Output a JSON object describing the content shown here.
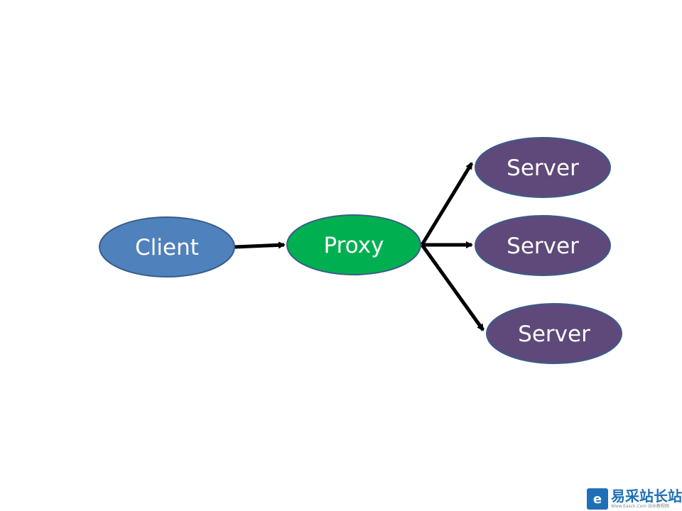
{
  "diagram": {
    "nodes": {
      "client": {
        "label": "Client",
        "fill": "#4f81bd",
        "stroke": "#385d8a"
      },
      "proxy": {
        "label": "Proxy",
        "fill": "#00b050",
        "stroke": "#385d8a"
      },
      "server1": {
        "label": "Server",
        "fill": "#5f497a",
        "stroke": "#385d8a"
      },
      "server2": {
        "label": "Server",
        "fill": "#5f497a",
        "stroke": "#385d8a"
      },
      "server3": {
        "label": "Server",
        "fill": "#5f497a",
        "stroke": "#385d8a"
      }
    },
    "edges": [
      {
        "from": "client",
        "to": "proxy"
      },
      {
        "from": "proxy",
        "to": "server1"
      },
      {
        "from": "proxy",
        "to": "server2"
      },
      {
        "from": "proxy",
        "to": "server3"
      }
    ],
    "edge_color": "#000000"
  },
  "watermark": {
    "title": "易采站长站",
    "subtitle": "Www.Easck.Com  站长教程网",
    "logo_icon": "e-logo-icon",
    "color": "#1f6fb7"
  }
}
